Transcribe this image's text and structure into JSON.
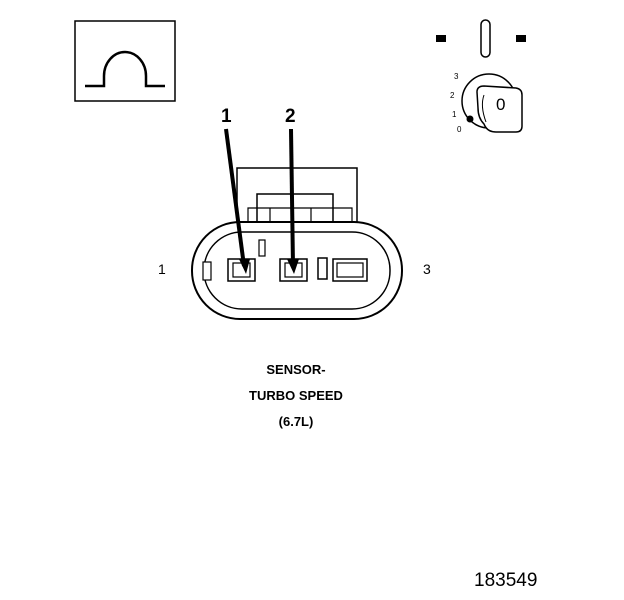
{
  "meter_icon": {
    "symbol": "Ω"
  },
  "ignition": {
    "positions": [
      "3",
      "2",
      "1",
      "0"
    ],
    "key_label": "0"
  },
  "probes": {
    "left": "1",
    "right": "2"
  },
  "connector": {
    "pin_left": "1",
    "pin_right": "3"
  },
  "caption": {
    "line1": "SENSOR-",
    "line2": "TURBO SPEED",
    "line3": "(6.7L)"
  },
  "figure_number": "183549"
}
